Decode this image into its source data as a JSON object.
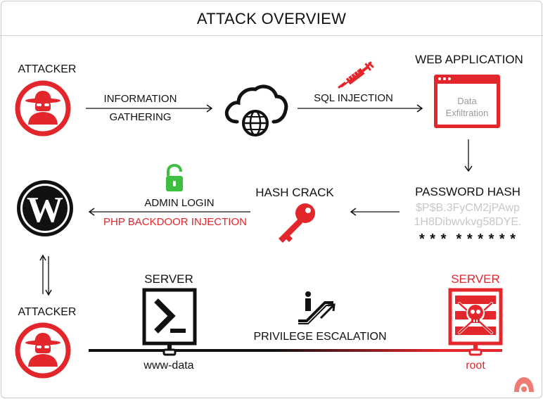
{
  "title": "ATTACK OVERVIEW",
  "nodes": {
    "attacker_top": "ATTACKER",
    "web_application": "WEB APPLICATION",
    "web_app_panel": [
      "Data",
      "Exfiltration"
    ],
    "password_hash": "PASSWORD HASH",
    "hash_lines": [
      "$P$B.3FyCM2jPAwp",
      "1H8Dibwvkvg58DYE."
    ],
    "masked_password": "* * *  * * * * * *",
    "hash_crack": "HASH CRACK",
    "attacker_bottom": "ATTACKER",
    "server_left": "SERVER",
    "server_left_user": "www-data",
    "server_right": "SERVER",
    "server_right_user": "root"
  },
  "edges": {
    "info_gathering": [
      "INFORMATION",
      "GATHERING"
    ],
    "sql_injection": "SQL INJECTION",
    "admin_login": "ADMIN LOGIN",
    "php_backdoor": "PHP BACKDOOR INJECTION",
    "privilege_escalation": "PRIVILEGE ESCALATION"
  },
  "icons": {
    "attacker": "hooded-attacker-icon",
    "cloud": "cloud-globe-icon",
    "syringe": "syringe-icon",
    "browser": "browser-window-icon",
    "lock": "open-lock-icon",
    "key": "key-icon",
    "wordpress": "wordpress-icon",
    "terminal": "terminal-icon",
    "escalator": "escalator-icon",
    "skull_server": "skull-server-icon",
    "brand": "brand-logo-icon"
  },
  "colors": {
    "accent": "#e3262b",
    "text": "#111111",
    "lock_green": "#3fbf3f",
    "hash_grey": "#c8c8c8"
  }
}
